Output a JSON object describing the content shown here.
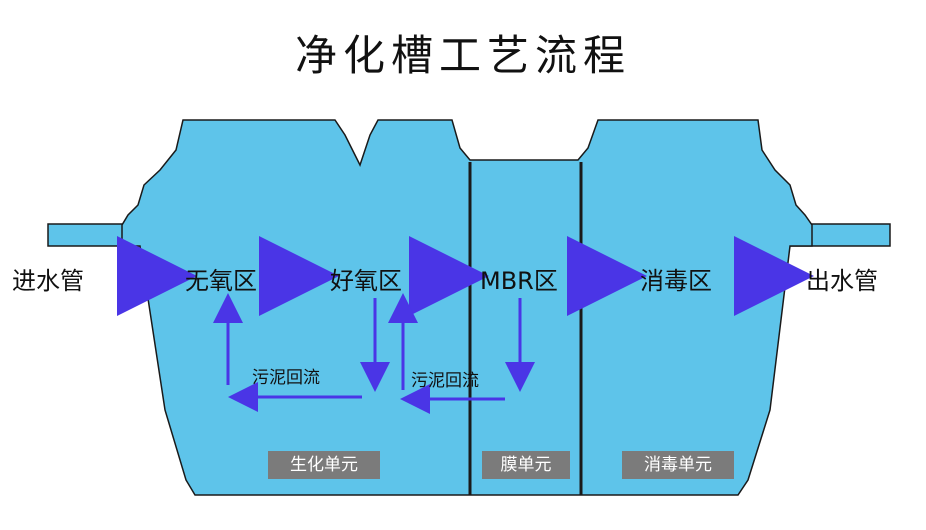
{
  "title": "净化槽工艺流程",
  "flow": {
    "inlet": "进水管",
    "anoxic": "无氧区",
    "aerobic": "好氧区",
    "mbr": "MBR区",
    "disinfection": "消毒区",
    "outlet": "出水管"
  },
  "recycle_labels": [
    "污泥回流",
    "污泥回流"
  ],
  "units": {
    "biochemical": "生化单元",
    "membrane": "膜单元",
    "disinfection": "消毒单元"
  },
  "colors": {
    "tank_fill": "#5ec4ea",
    "tank_outline": "#1a1a1a",
    "arrow": "#4a35e6",
    "unit_box": "#7b7b7b"
  }
}
